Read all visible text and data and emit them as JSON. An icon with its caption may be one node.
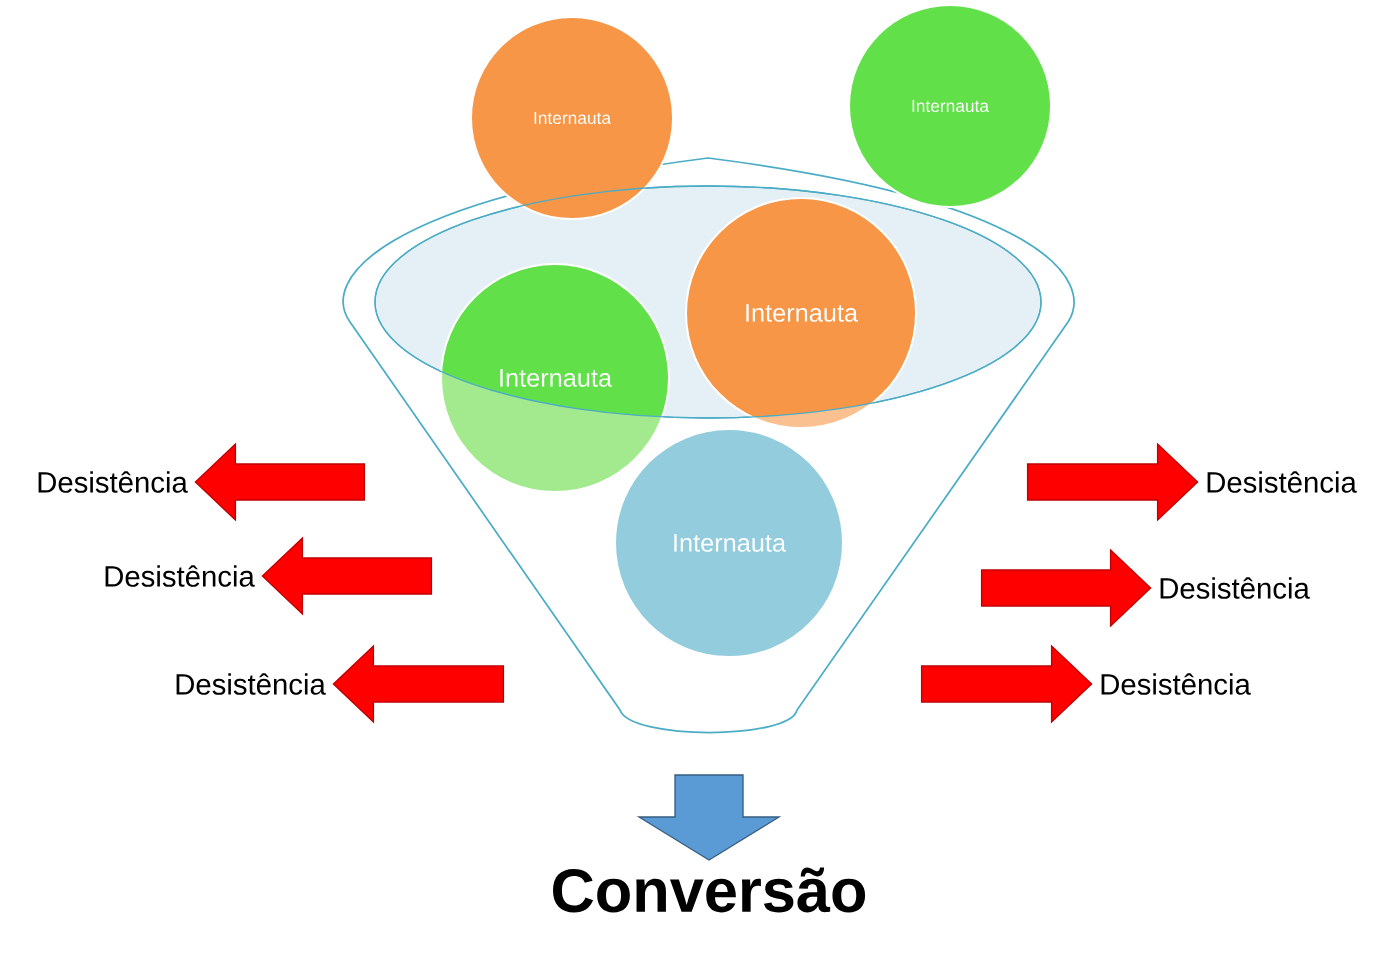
{
  "diagram": {
    "nodes": [
      {
        "text": [
          "Internauta"
        ]
      },
      {
        "text": [
          "Internauta"
        ]
      },
      {
        "text": [
          "Internauta"
        ]
      },
      {
        "text": [
          "Internauta"
        ]
      },
      {
        "text": [
          "Internauta"
        ]
      },
      {
        "text": [
          "Desistência"
        ]
      },
      {
        "text": [
          "Desistência"
        ]
      },
      {
        "text": [
          "Desistência"
        ]
      },
      {
        "text": [
          "Desistência"
        ]
      },
      {
        "text": [
          "Desistência"
        ]
      },
      {
        "text": [
          "Desistência"
        ]
      },
      {
        "text": [
          "Conversão"
        ]
      }
    ],
    "edges": [
      {
        "from": null,
        "to": 5,
        "arrow": "to"
      },
      {
        "from": null,
        "to": 6,
        "arrow": "to"
      },
      {
        "from": null,
        "to": 7,
        "arrow": "to"
      },
      {
        "from": null,
        "to": 8,
        "arrow": "to"
      },
      {
        "from": null,
        "to": 9,
        "arrow": "to"
      },
      {
        "from": null,
        "to": 10,
        "arrow": "to"
      },
      {
        "from": null,
        "to": 11,
        "arrow": "to",
        "color": "#5b9bd5"
      }
    ]
  }
}
